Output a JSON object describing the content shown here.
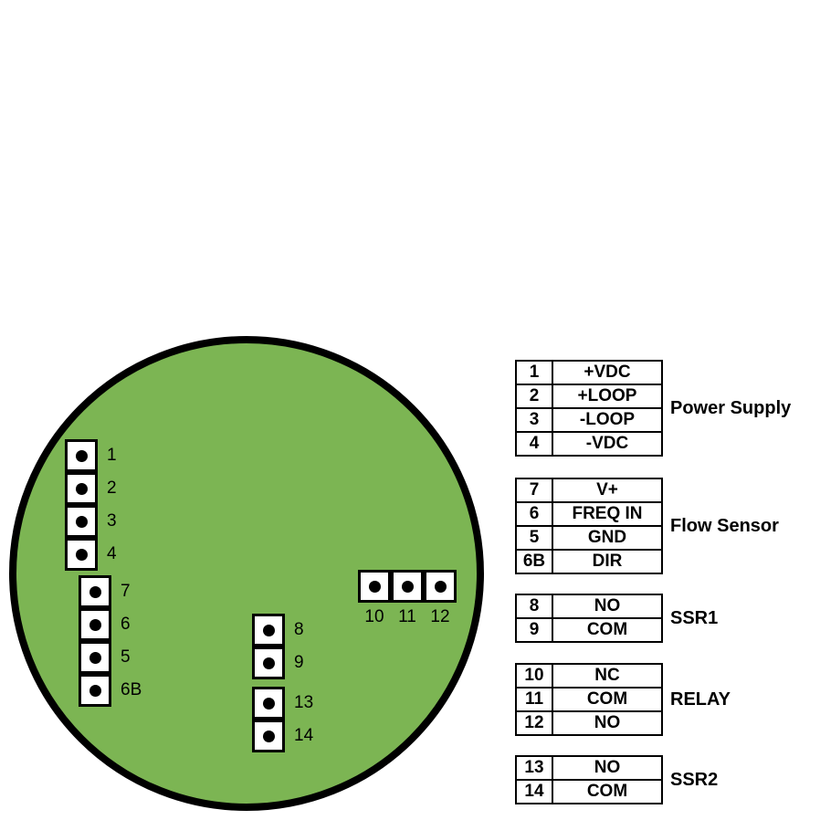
{
  "colors": {
    "board": "#7cb553",
    "outline": "#000000",
    "terminal_fill": "#ffffff"
  },
  "board": {
    "terminal_labels": [
      "1",
      "2",
      "3",
      "4",
      "7",
      "6",
      "5",
      "6B",
      "8",
      "9",
      "13",
      "14",
      "10",
      "11",
      "12"
    ]
  },
  "tables": [
    {
      "group": "Power Supply",
      "rows": [
        {
          "pin": "1",
          "signal": "+VDC"
        },
        {
          "pin": "2",
          "signal": "+LOOP"
        },
        {
          "pin": "3",
          "signal": "-LOOP"
        },
        {
          "pin": "4",
          "signal": "-VDC"
        }
      ]
    },
    {
      "group": "Flow Sensor",
      "rows": [
        {
          "pin": "7",
          "signal": "V+"
        },
        {
          "pin": "6",
          "signal": "FREQ IN"
        },
        {
          "pin": "5",
          "signal": "GND"
        },
        {
          "pin": "6B",
          "signal": "DIR"
        }
      ]
    },
    {
      "group": "SSR1",
      "rows": [
        {
          "pin": "8",
          "signal": "NO"
        },
        {
          "pin": "9",
          "signal": "COM"
        }
      ]
    },
    {
      "group": "RELAY",
      "rows": [
        {
          "pin": "10",
          "signal": "NC"
        },
        {
          "pin": "11",
          "signal": "COM"
        },
        {
          "pin": "12",
          "signal": "NO"
        }
      ]
    },
    {
      "group": "SSR2",
      "rows": [
        {
          "pin": "13",
          "signal": "NO"
        },
        {
          "pin": "14",
          "signal": "COM"
        }
      ]
    }
  ]
}
